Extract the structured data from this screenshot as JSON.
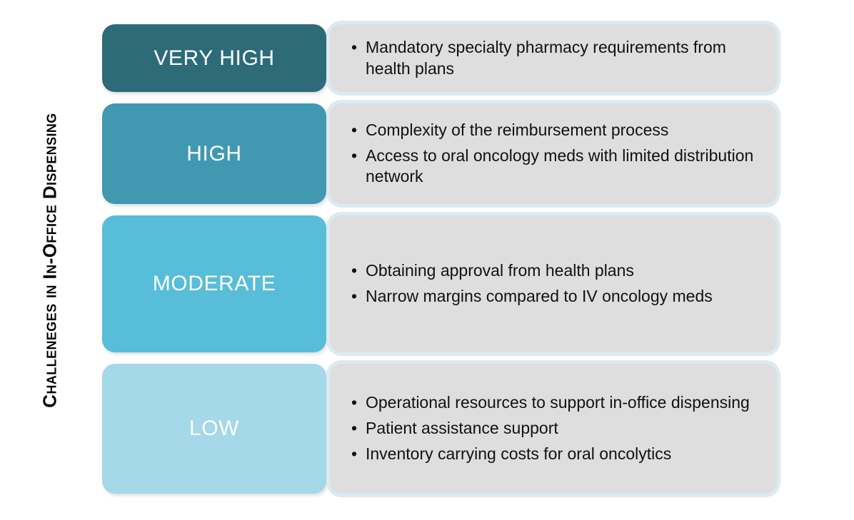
{
  "axis": {
    "title": "Challeneges in In-Office Dispensing"
  },
  "palette": {
    "very_high": "#2D6B79",
    "high": "#4099B0",
    "moderate": "#58BDD8",
    "low": "#A5D8E8",
    "panel_bg": "#DEDEDE",
    "panel_outline": "#DCEAF2",
    "label_text": "#FFFFFF",
    "body_text": "#111111",
    "page_bg": "#FFFFFF"
  },
  "bullet_glyph": "•",
  "rows": [
    {
      "level": "VERY HIGH",
      "color": "#2D6B79",
      "items": [
        "Mandatory specialty pharmacy requirements from health plans"
      ]
    },
    {
      "level": "HIGH",
      "color": "#4099B0",
      "items": [
        "Complexity of the reimbursement process",
        "Access to oral oncology meds with limited distribution network"
      ]
    },
    {
      "level": "MODERATE",
      "color": "#58BDD8",
      "items": [
        "Obtaining approval from health plans",
        "Narrow margins compared to IV oncology meds"
      ]
    },
    {
      "level": "LOW",
      "color": "#A5D8E8",
      "items": [
        "Operational resources to support in-office dispensing",
        "Patient assistance support",
        "Inventory carrying costs for oral oncolytics"
      ]
    }
  ]
}
